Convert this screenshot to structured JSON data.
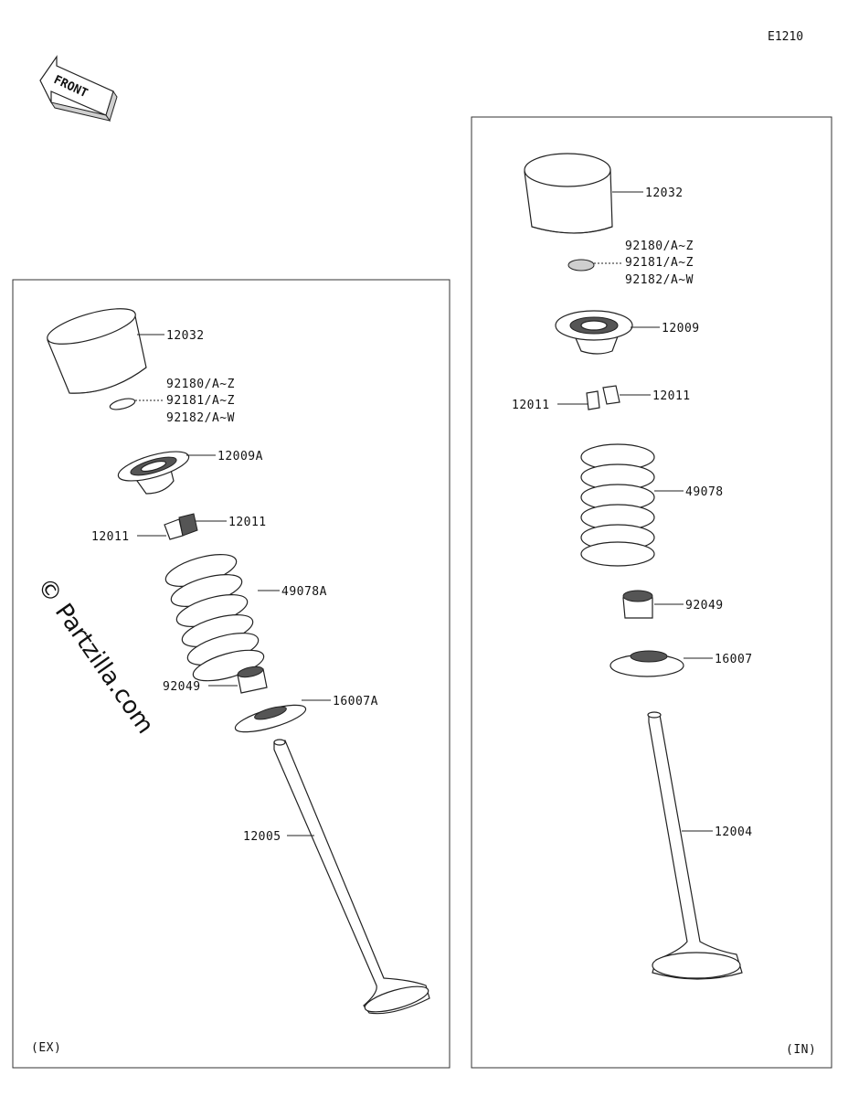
{
  "diagram_code": "E1210",
  "front_label": "FRONT",
  "watermark": "© Partzilla.com",
  "panels": {
    "exhaust": {
      "label": "(EX)",
      "parts": {
        "tappet": "12032",
        "shim_1": "92180/A~Z",
        "shim_2": "92181/A~Z",
        "shim_3": "92182/A~W",
        "retainer": "12009A",
        "cotter_right": "12011",
        "cotter_left": "12011",
        "spring": "49078A",
        "seal": "92049",
        "spring_seat": "16007A",
        "valve": "12005"
      }
    },
    "intake": {
      "label": "(IN)",
      "parts": {
        "tappet": "12032",
        "shim_1": "92180/A~Z",
        "shim_2": "92181/A~Z",
        "shim_3": "92182/A~W",
        "retainer": "12009",
        "cotter_right": "12011",
        "cotter_left": "12011",
        "spring": "49078",
        "seal": "92049",
        "spring_seat": "16007",
        "valve": "12004"
      }
    }
  }
}
